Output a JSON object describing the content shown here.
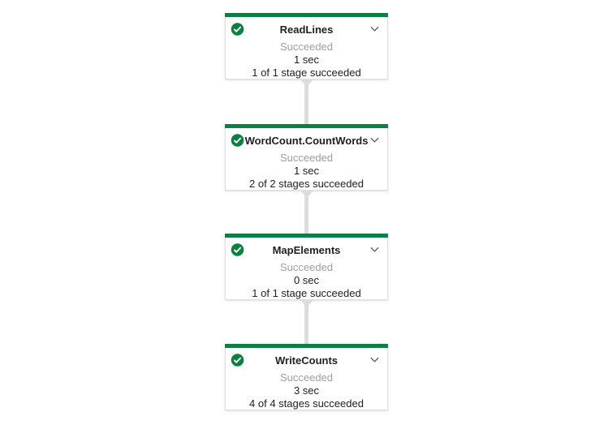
{
  "colors": {
    "success_green": "#0b8043",
    "connector_gray": "#dcdcdc",
    "card_border": "#e0e0e0",
    "title_text": "#212121",
    "status_text": "#9e9e9e",
    "body_text": "#212121",
    "chevron_gray": "#616161"
  },
  "icons": {
    "node_status": "check-circle-icon",
    "node_expand": "chevron-down-icon",
    "edge": "arrow-down-connector"
  },
  "nodes": [
    {
      "title": "ReadLines",
      "status": "Succeeded",
      "duration": "1 sec",
      "stages": "1 of 1 stage succeeded"
    },
    {
      "title": "WordCount.CountWords",
      "status": "Succeeded",
      "duration": "1 sec",
      "stages": "2 of 2 stages succeeded"
    },
    {
      "title": "MapElements",
      "status": "Succeeded",
      "duration": "0 sec",
      "stages": "1 of 1 stage succeeded"
    },
    {
      "title": "WriteCounts",
      "status": "Succeeded",
      "duration": "3 sec",
      "stages": "4 of 4 stages succeeded"
    }
  ]
}
